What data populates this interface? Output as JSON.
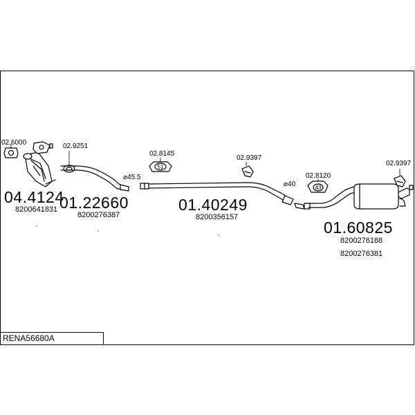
{
  "reference": "RENA56680A",
  "parts": [
    {
      "number": "04.4124",
      "oem": [
        "8200641831"
      ]
    },
    {
      "number": "01.22660",
      "oem": [
        "8200276387"
      ]
    },
    {
      "number": "01.40249",
      "oem": [
        "8200356157"
      ]
    },
    {
      "number": "01.60825",
      "oem": [
        "8200276188",
        "8200276381"
      ]
    }
  ],
  "fittings": [
    "02.6000",
    "02.9251",
    "02.8145",
    "02.9397",
    "02.8120",
    "02.9397"
  ],
  "gasket_sizes": [
    "51",
    "43"
  ],
  "dimensions": [
    "⌀45.5",
    "⌀40"
  ]
}
